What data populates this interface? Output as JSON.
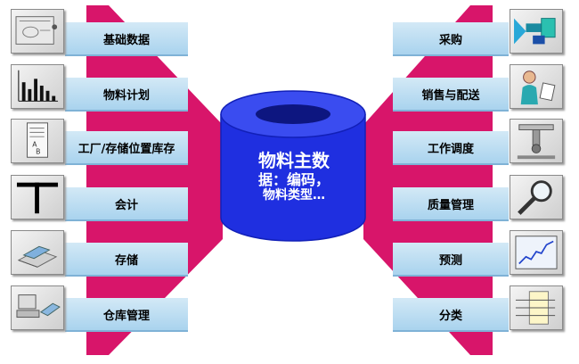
{
  "center": {
    "line1": "物料主数",
    "line2": "据：编码，",
    "line3": "物料类型…"
  },
  "left_items": [
    {
      "label": "基础数据",
      "icon": "form-screen-icon"
    },
    {
      "label": "物料计划",
      "icon": "bar-chart-icon"
    },
    {
      "label": "工厂/存储位置库存",
      "icon": "document-stack-icon"
    },
    {
      "label": "会计",
      "icon": "t-account-icon"
    },
    {
      "label": "存储",
      "icon": "warehouse-shelf-icon"
    },
    {
      "label": "仓库管理",
      "icon": "computer-terminal-icon"
    }
  ],
  "right_items": [
    {
      "label": "采购",
      "icon": "conveyor-icon"
    },
    {
      "label": "销售与配送",
      "icon": "salesperson-icon"
    },
    {
      "label": "工作调度",
      "icon": "machine-tool-icon"
    },
    {
      "label": "质量管理",
      "icon": "magnifier-icon"
    },
    {
      "label": "预测",
      "icon": "trend-chart-icon"
    },
    {
      "label": "分类",
      "icon": "classification-icon"
    }
  ],
  "colors": {
    "magenta": "#d8156a",
    "cylinder": "#1f2fe0",
    "bar_light": "#d3e9f6",
    "bar_dark": "#a9d3ee"
  }
}
